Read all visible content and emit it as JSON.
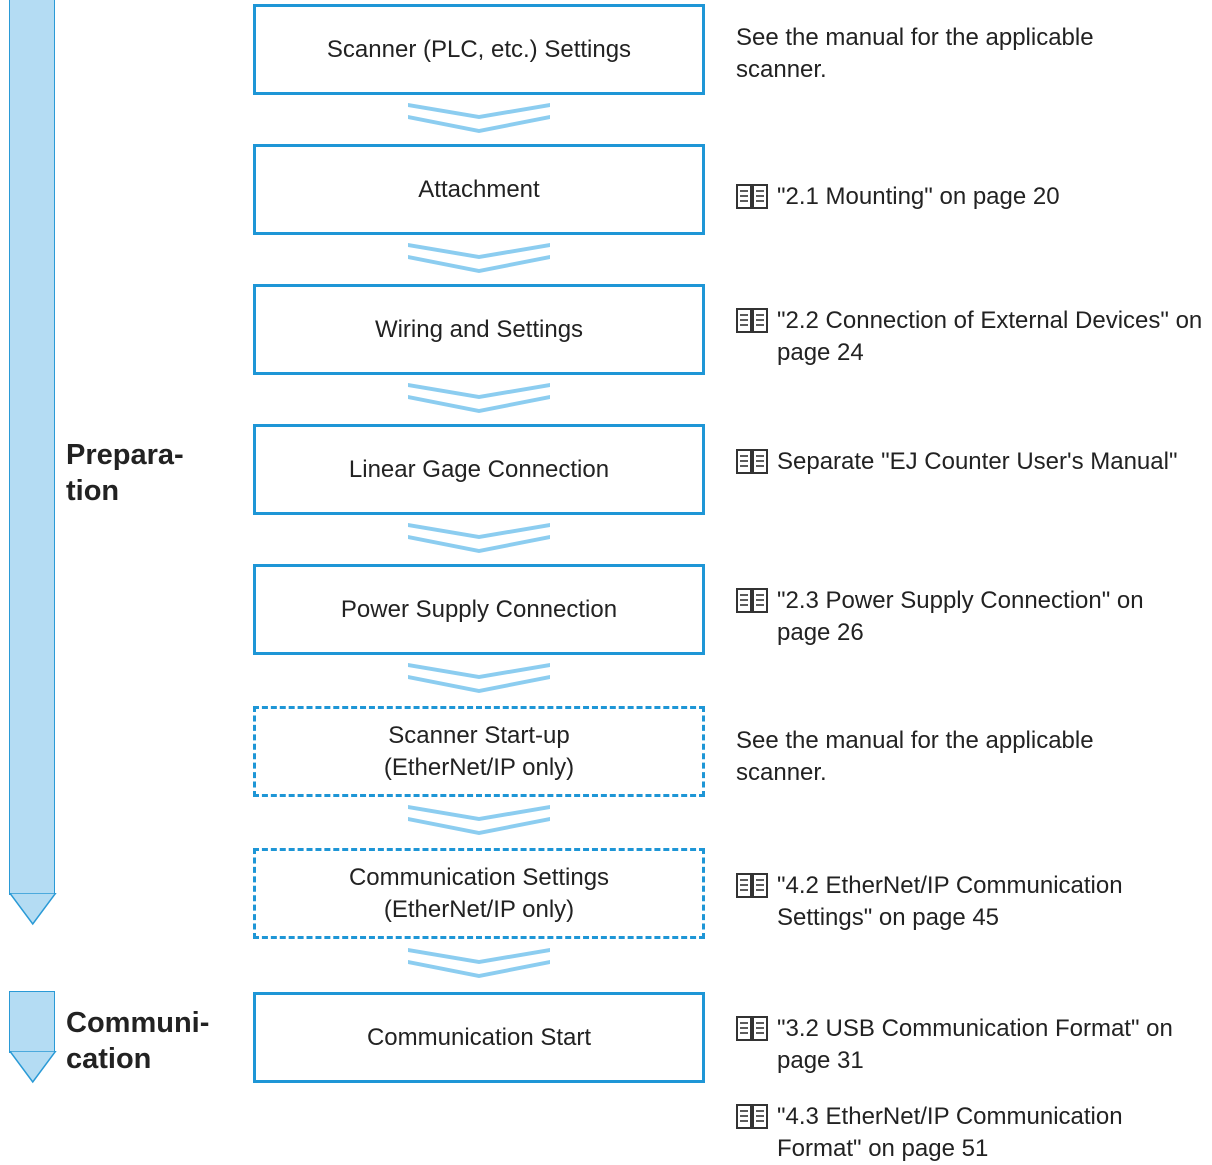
{
  "phases": [
    {
      "label_line1": "Prepara-",
      "label_line2": "tion"
    },
    {
      "label_line1": "Communi-",
      "label_line2": "cation"
    }
  ],
  "steps": [
    {
      "title": "Scanner (PLC, etc.) Settings",
      "subtitle": "",
      "style": "solid"
    },
    {
      "title": "Attachment",
      "subtitle": "",
      "style": "solid"
    },
    {
      "title": "Wiring and Settings",
      "subtitle": "",
      "style": "solid"
    },
    {
      "title": "Linear Gage Connection",
      "subtitle": "",
      "style": "solid"
    },
    {
      "title": "Power Supply Connection",
      "subtitle": "",
      "style": "solid"
    },
    {
      "title": "Scanner Start-up",
      "subtitle": "(EtherNet/IP only)",
      "style": "dashed"
    },
    {
      "title": "Communication Settings",
      "subtitle": "(EtherNet/IP only)",
      "style": "dashed"
    },
    {
      "title": "Communication Start",
      "subtitle": "",
      "style": "solid"
    }
  ],
  "references": [
    {
      "icon": "book-icon",
      "text": "",
      "plain": "See the manual for the applicable scanner."
    },
    {
      "icon": "book-icon",
      "text": "\"2.1 Mounting\" on page 20"
    },
    {
      "icon": "book-icon",
      "text": "\"2.2 Connection of External Devices\" on page 24"
    },
    {
      "icon": "book-icon",
      "text": "Separate \"EJ Counter User's Manual\""
    },
    {
      "icon": "book-icon",
      "text": "\"2.3 Power Supply Connection\" on page 26"
    },
    {
      "icon": "book-icon",
      "text": "",
      "plain": "See the manual for the applicable scanner."
    },
    {
      "icon": "book-icon",
      "text": "\"4.2 EtherNet/IP Communication Settings\" on page 45"
    },
    {
      "icon": "book-icon",
      "text": "\"3.2 USB Communication Format\" on page 31"
    },
    {
      "icon": "book-icon",
      "text": "\"4.3 EtherNet/IP Communication Format\" on page 51"
    }
  ],
  "colors": {
    "box_border": "#1e96d6",
    "band_fill": "#b4dcf3",
    "arrow_fill": "#8ccdf0"
  }
}
